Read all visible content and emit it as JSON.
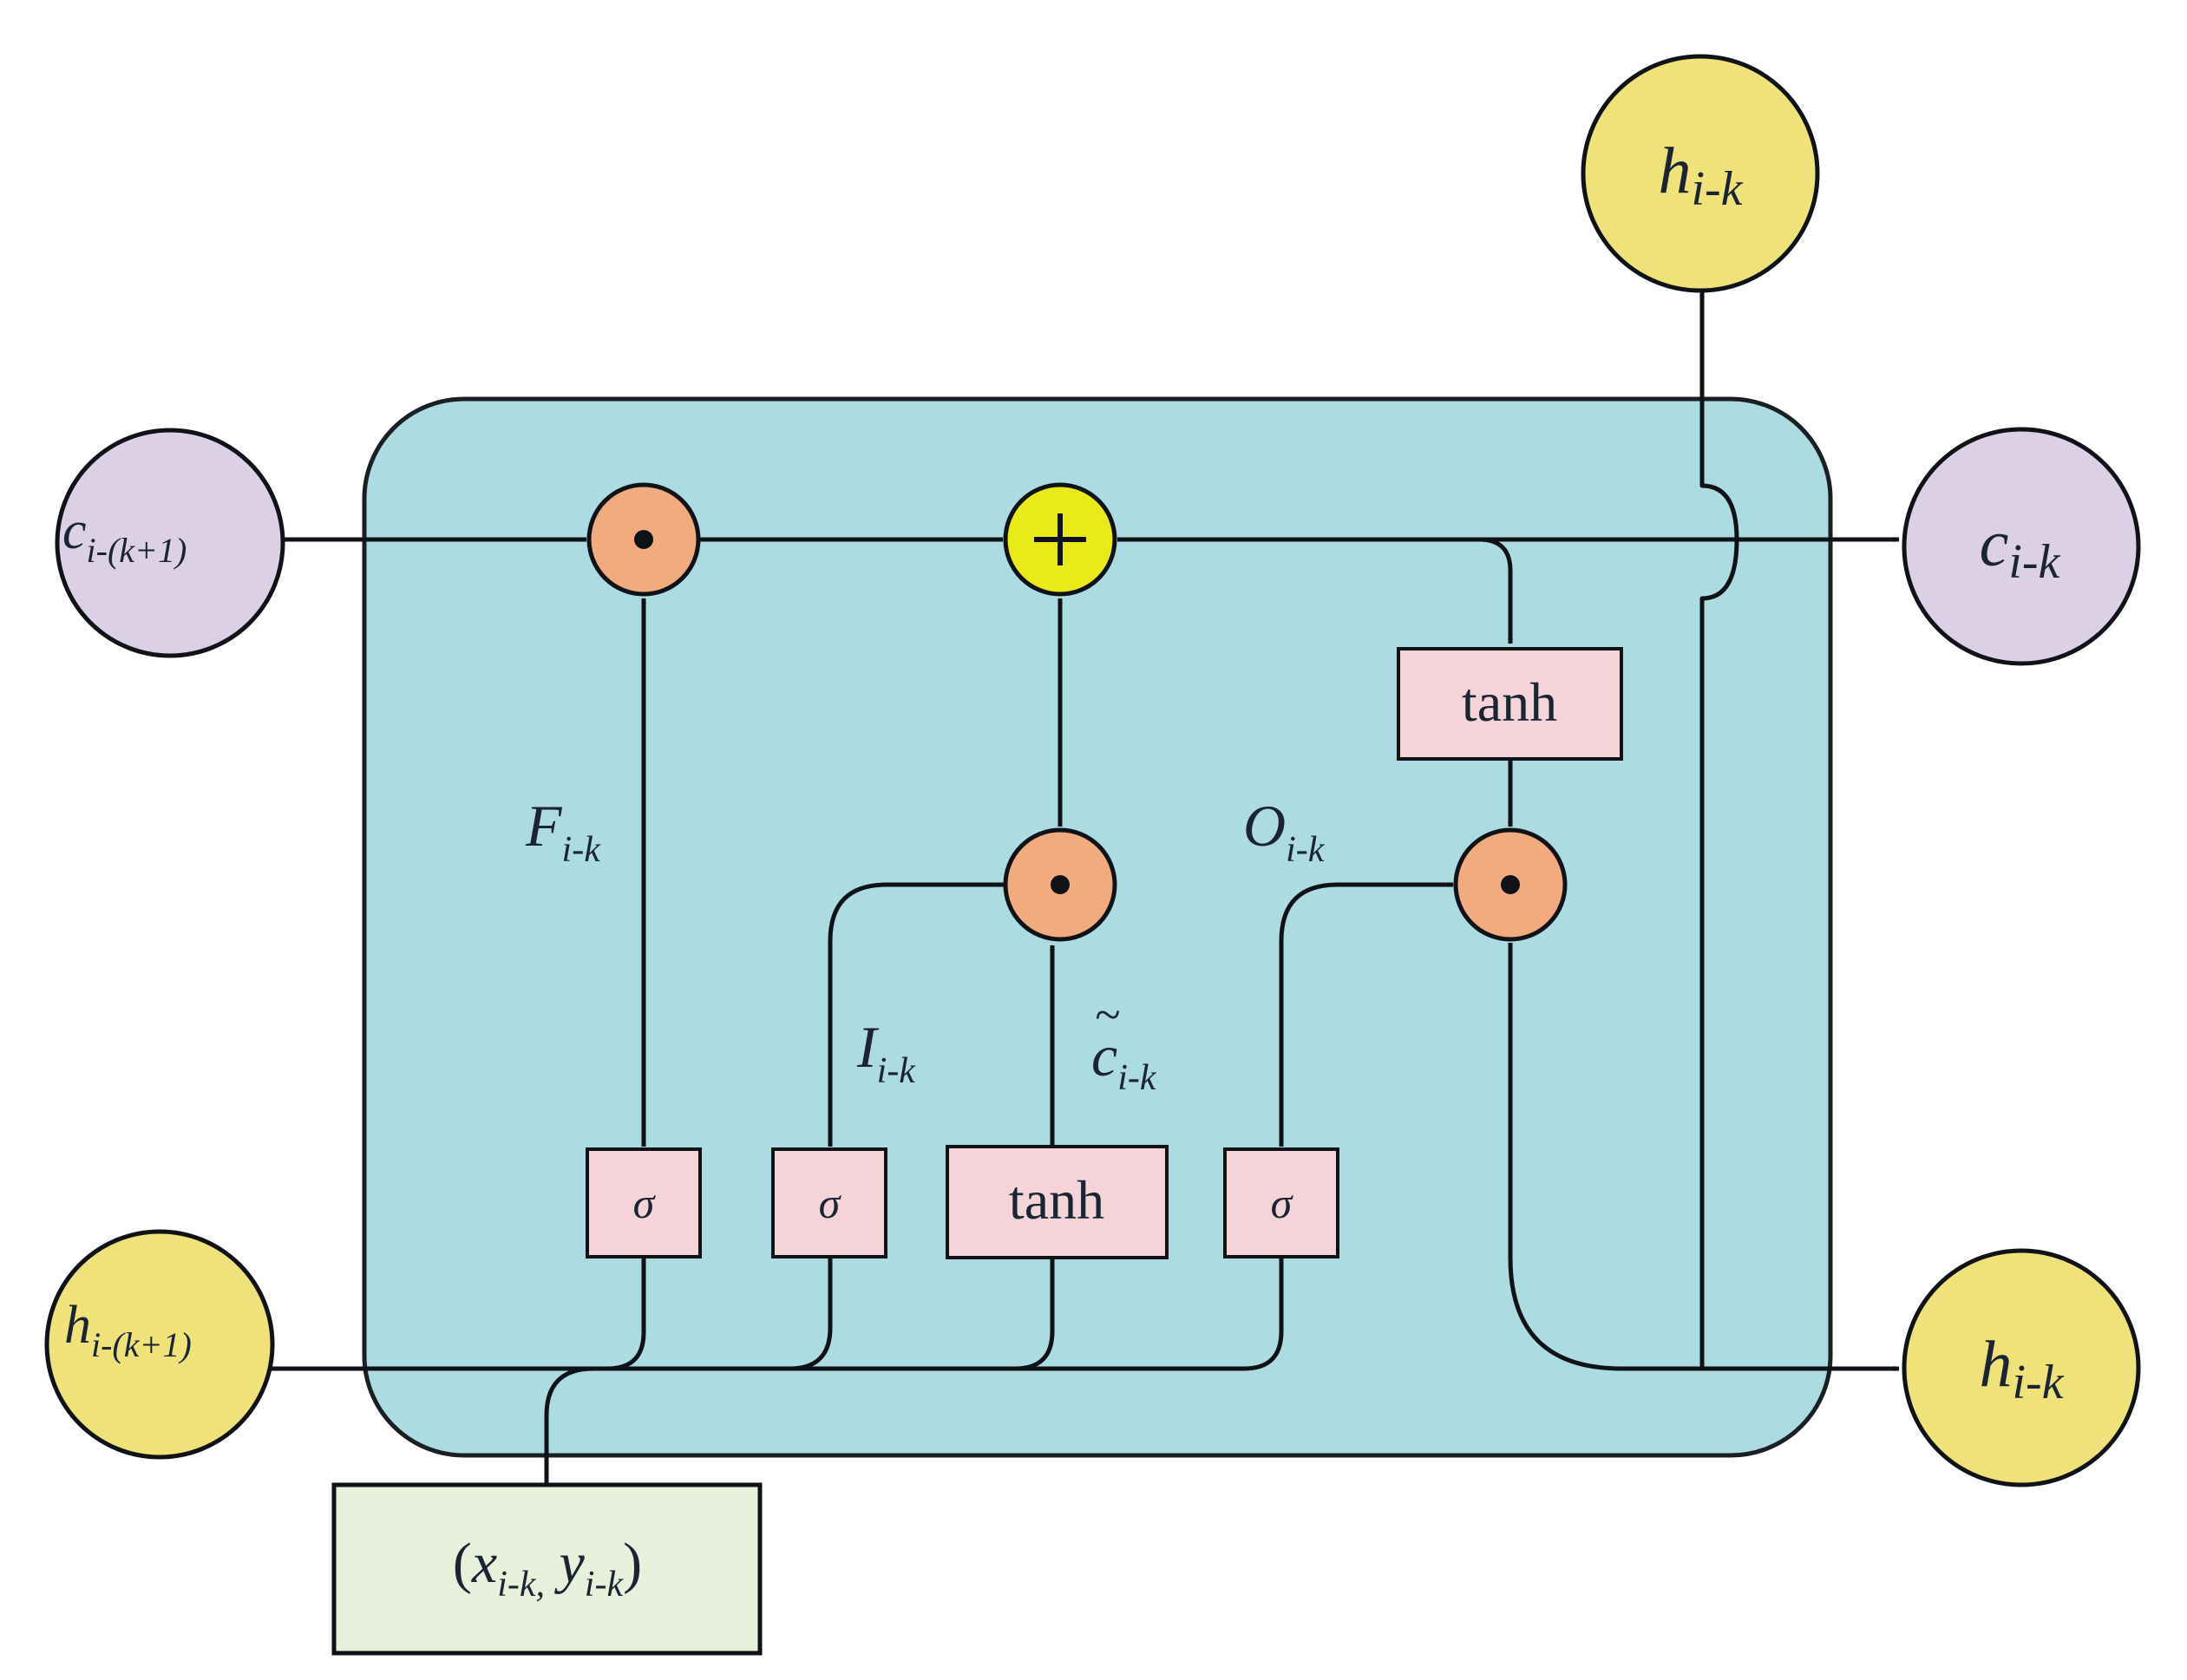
{
  "colors": {
    "cell_fill": "#acdbe1",
    "cell_stroke": "#1a1f24",
    "cell_state_node": "#dcd0e6",
    "hidden_state_node": "#f0e27a",
    "gate_box": "#f4d4d8",
    "multiply_op": "#f1ab7e",
    "add_op": "#eaea1a",
    "input_box": "#e7f0da"
  },
  "inputs": {
    "prev_cell": {
      "base": "c",
      "sub": "i-(k+1)"
    },
    "prev_hidden": {
      "base": "h",
      "sub": "i-(k+1)"
    },
    "sample": {
      "x": "x",
      "x_sub": "i-k,",
      "y": "y",
      "y_sub": "i-k"
    }
  },
  "outputs": {
    "cell": {
      "base": "c",
      "sub": "i-k"
    },
    "hidden_top": {
      "base": "h",
      "sub": "i-k"
    },
    "hidden_right": {
      "base": "h",
      "sub": "i-k"
    }
  },
  "gates": {
    "forget_sigma": "σ",
    "input_sigma": "σ",
    "candidate_tanh": "tanh",
    "output_sigma": "σ",
    "cell_tanh": "tanh"
  },
  "gate_labels": {
    "forget": {
      "base": "F",
      "sub": "i-k"
    },
    "input": {
      "base": "I",
      "sub": "i-k"
    },
    "candidate": {
      "base": "c",
      "tilde": "~",
      "sub": "i-k"
    },
    "output": {
      "base": "O",
      "sub": "i-k"
    }
  },
  "operators": {
    "multiply_icon": "dot-product-icon",
    "add_icon": "plus-icon"
  }
}
